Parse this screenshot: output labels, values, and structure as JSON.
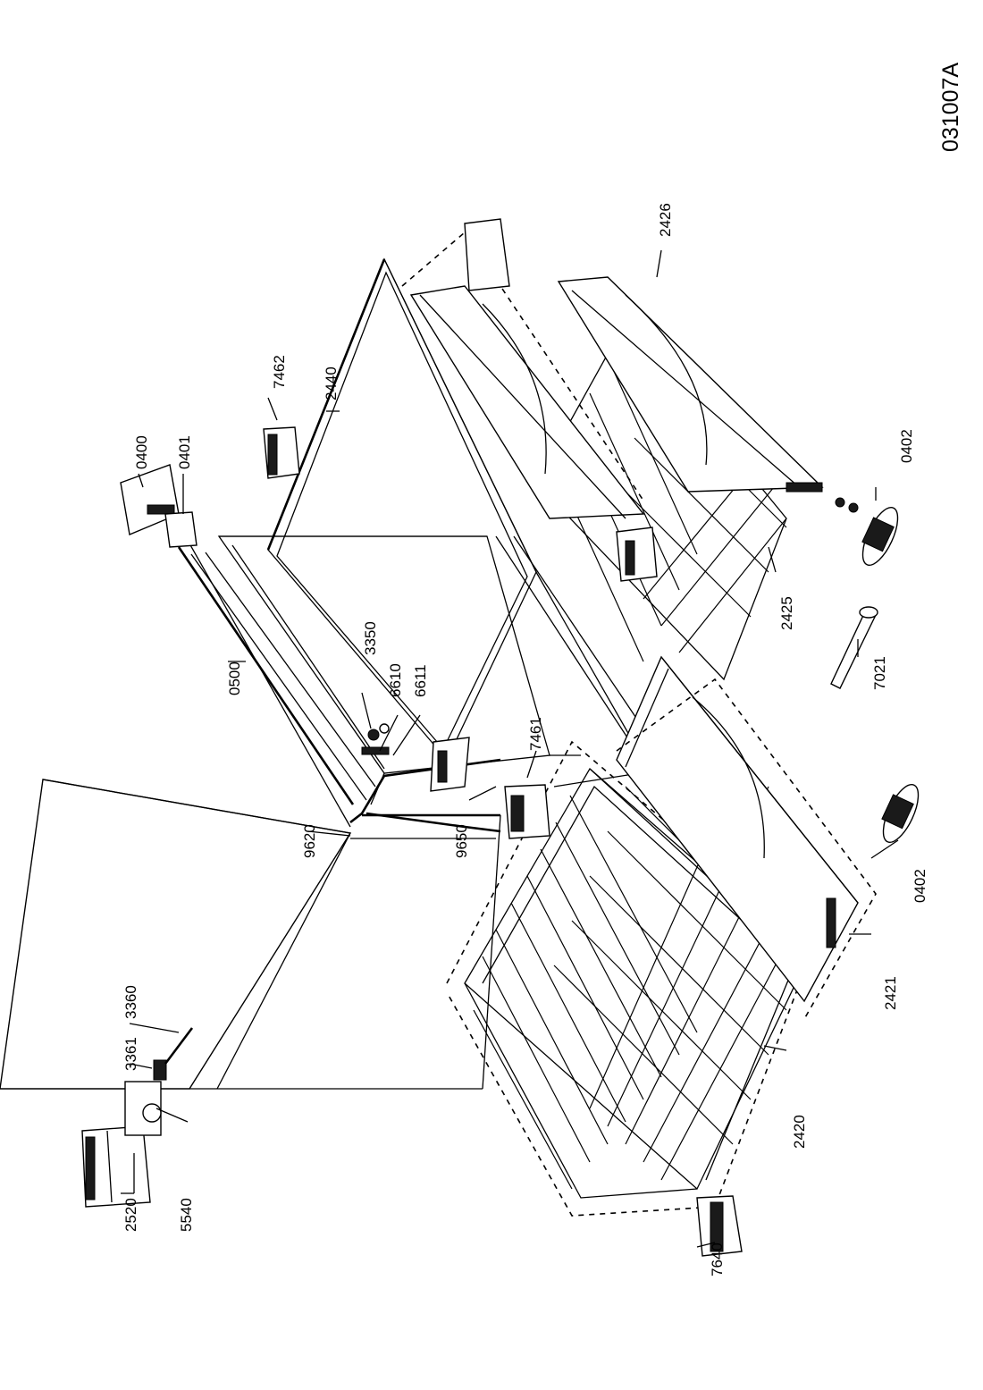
{
  "drawing_id": "031007A",
  "part_labels": {
    "p2520": "2520",
    "p5540": "5540",
    "p3361": "3361",
    "p3360": "3360",
    "p7640": "7640",
    "p2420": "2420",
    "p2421": "2421",
    "p0402a": "0402",
    "p9650": "9650",
    "p9620": "9620",
    "p7461": "7461",
    "p0500": "0500",
    "p3350": "3350",
    "p6610": "6610",
    "p6611": "6611",
    "p7021": "7021",
    "p2425": "2425",
    "p0402b": "0402",
    "p0400": "0400",
    "p0401": "0401",
    "p7462": "7462",
    "p2440": "2440",
    "p2426": "2426"
  }
}
